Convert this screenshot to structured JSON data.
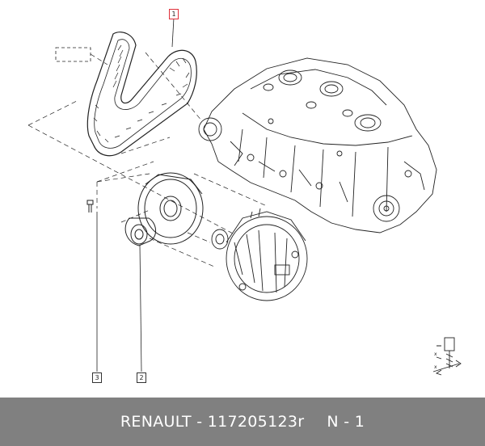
{
  "callouts": {
    "belt": "1",
    "tensioner": "2",
    "bolt": "3"
  },
  "footer": {
    "brand": "RENAULT",
    "separator": "-",
    "part_number": "117205123r",
    "variant": "N - 1"
  },
  "colors": {
    "highlight": "#e0303a",
    "footer_bg": "#808080",
    "footer_text": "#ffffff"
  },
  "icons": [
    "torque-tightening-icon"
  ]
}
